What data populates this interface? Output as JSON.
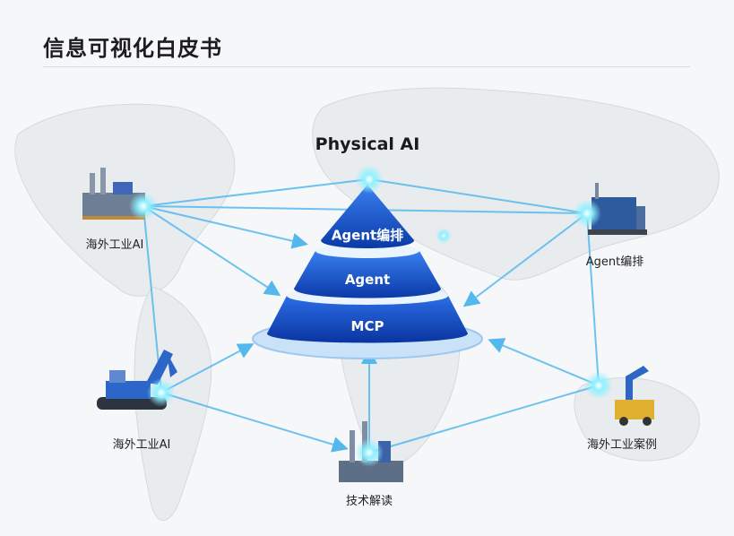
{
  "header": {
    "title": "信息可视化白皮书"
  },
  "diagram": {
    "apex_label": "Physical AI",
    "tiers": [
      {
        "label": "Agent编排"
      },
      {
        "label": "Agent"
      },
      {
        "label": "MCP"
      }
    ],
    "nodes": [
      {
        "label": "海外工业AI",
        "icon": "factory-icon"
      },
      {
        "label": "Agent编排",
        "icon": "machinery-icon"
      },
      {
        "label": "海外工业AI",
        "icon": "excavator-icon"
      },
      {
        "label": "海外工业案例",
        "icon": "robot-arm-forklift-icon"
      },
      {
        "label": "技术解读",
        "icon": "refinery-icon"
      }
    ],
    "colors": {
      "accent": "#1e5bd6",
      "tier_top": "#2f6fe0",
      "tier_bottom": "#0d3fb8",
      "glow": "#7fe3ff",
      "link": "#55b8ec"
    }
  }
}
